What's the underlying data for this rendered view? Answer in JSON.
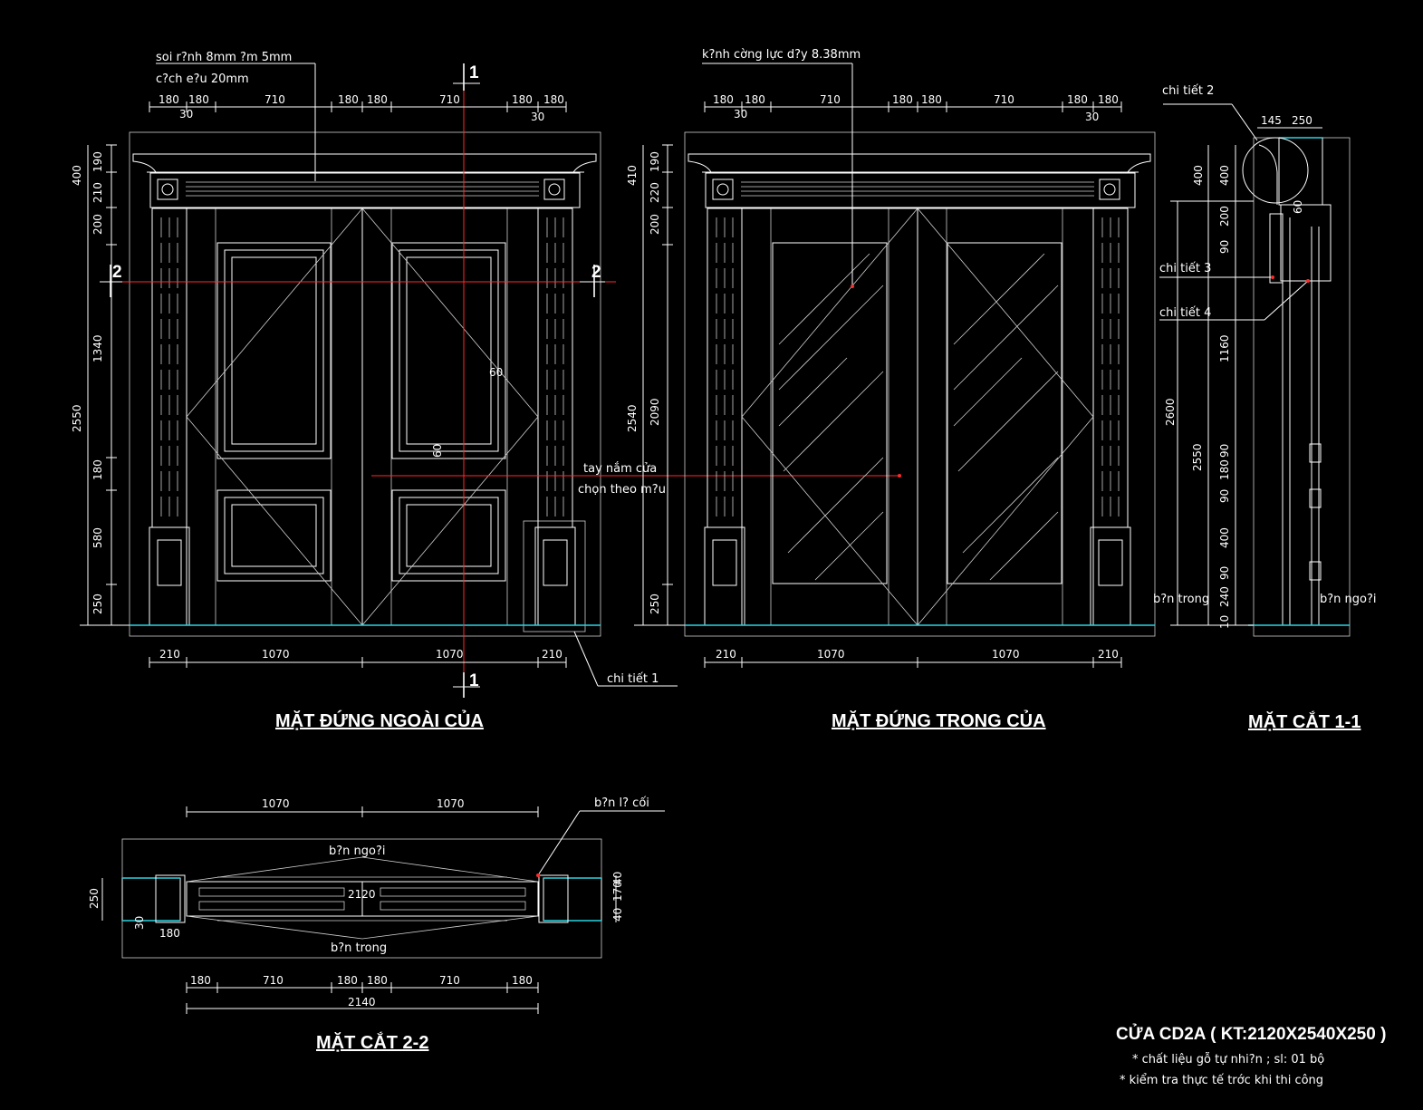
{
  "drawing": {
    "views": {
      "front_exterior": {
        "title": "MẶT ĐỨNG NGOÀI CỦA"
      },
      "front_interior": {
        "title": "MẶT ĐỨNG TRONG CỦA"
      },
      "section_1_1": {
        "title": "MẶT CẮT 1-1"
      },
      "section_2_2": {
        "title": "MẶT CẮT 2-2"
      }
    },
    "notes": {
      "groove_1": "soi r?nh 8mm ?m 5mm",
      "groove_2": "c?ch e?u 20mm",
      "glass": "k?nh c­ờng lực d?y 8.38mm",
      "handle_1": "tay nắm cửa",
      "handle_2": "chọn theo m?u",
      "detail_1": "chi tiết 1",
      "detail_2": "chi tiết 2",
      "detail_3": "chi tiết 3",
      "detail_4": "chi tiết 4",
      "side_in": "b?n trong",
      "side_out": "b?n ngo?i",
      "hinge": "b?n l? cối",
      "dim_60": "60"
    },
    "section_markers": {
      "m1": "1",
      "m2": "2"
    },
    "dims": {
      "top_ext": [
        "180",
        "180",
        "710",
        "180",
        "180",
        "710",
        "180",
        "180"
      ],
      "top_ext_30": "30",
      "bottom": [
        "210",
        "1070",
        "1070",
        "210"
      ],
      "left_ext": [
        "400",
        "190",
        "210",
        "200",
        "1340",
        "2550",
        "180",
        "580",
        "250"
      ],
      "left_int": [
        "410",
        "190",
        "220",
        "200",
        "2540",
        "2090",
        "250"
      ],
      "section_top": [
        "145",
        "250"
      ],
      "section_left": [
        "400",
        "400",
        "200",
        "90",
        "1160",
        "2600",
        "2550",
        "90",
        "180",
        "90",
        "400",
        "90",
        "240",
        "10"
      ],
      "s22_top": [
        "1070",
        "1070"
      ],
      "s22_mid": "2120",
      "s22_left": "250",
      "s22_right": [
        "40",
        "170",
        "40"
      ],
      "s22_small": [
        "30",
        "180"
      ],
      "s22_bottom": [
        "180",
        "710",
        "180",
        "180",
        "710",
        "180"
      ],
      "s22_total": "2140"
    },
    "title_block": {
      "name": "CỬA CD2A ( KT:2120X2540X250 )",
      "line1": "* chất liệu gỗ tự nhi?n ; sl: 01 bộ",
      "line2": "* kiểm tra thực tế tr­ớc khi thi công"
    },
    "colors": {
      "background": "#000000",
      "lines": "#ffffff",
      "centerline": "#ff2a2a",
      "floor": "#2ad4e0"
    }
  }
}
